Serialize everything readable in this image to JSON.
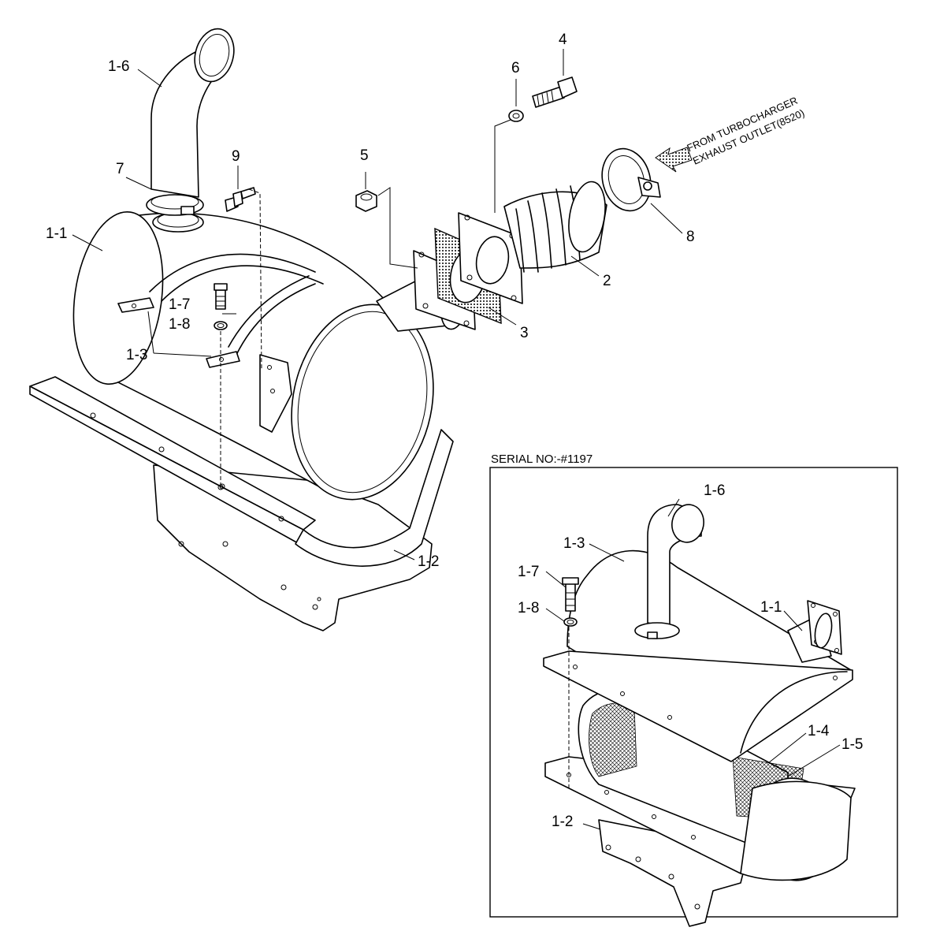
{
  "labels": {
    "l1_6": "1-6",
    "l7": "7",
    "l9": "9",
    "l1_1": "1-1",
    "l1_7": "1-7",
    "l1_8": "1-8",
    "l1_3": "1-3",
    "l5": "5",
    "l6": "6",
    "l4": "4",
    "l2": "2",
    "l3": "3",
    "l8": "8",
    "l1_2": "1-2"
  },
  "arrow_note": {
    "line1": "FROM TURBOCHARGER",
    "line2": "EXHAUST OUTLET(8520)"
  },
  "inset": {
    "serial": "SERIAL NO:-#1197",
    "l1_6": "1-6",
    "l1_3": "1-3",
    "l1_7": "1-7",
    "l1_8": "1-8",
    "l1_1": "1-1",
    "l1_4": "1-4",
    "l1_5": "1-5",
    "l1_2": "1-2"
  }
}
